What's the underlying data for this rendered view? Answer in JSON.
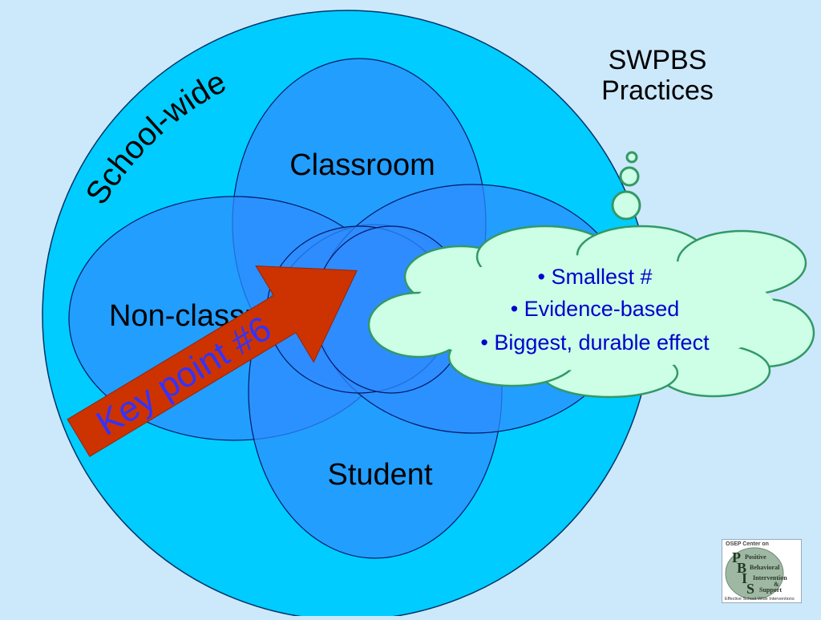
{
  "diagram": {
    "title_line1": "SWPBS",
    "title_line2": "Practices",
    "outer_label": "School-wide",
    "sets": {
      "classroom": "Classroom",
      "non_classroom": "Non-classroom",
      "student": "Student"
    },
    "arrow_label": "Key point #6",
    "cloud_bullets": [
      "Smallest #",
      "Evidence-based",
      "Biggest, durable effect"
    ]
  },
  "logo": {
    "header": "OSEP Center on",
    "words": [
      "Positive",
      "Behavioral",
      "Intervention",
      "&",
      "Support"
    ],
    "letters": [
      "P",
      "B",
      "I",
      "S"
    ],
    "footer": "Effective School-Wide Interventions"
  },
  "colors": {
    "background": "#cce8fb",
    "outer_circle": "#00ccff",
    "inner_ellipses": "#3399ff",
    "cloud_fill": "#ccffe6",
    "cloud_stroke": "#339966",
    "arrow": "#cc3300",
    "arrow_text": "#3333ff",
    "bullet_text": "#0000cc"
  }
}
